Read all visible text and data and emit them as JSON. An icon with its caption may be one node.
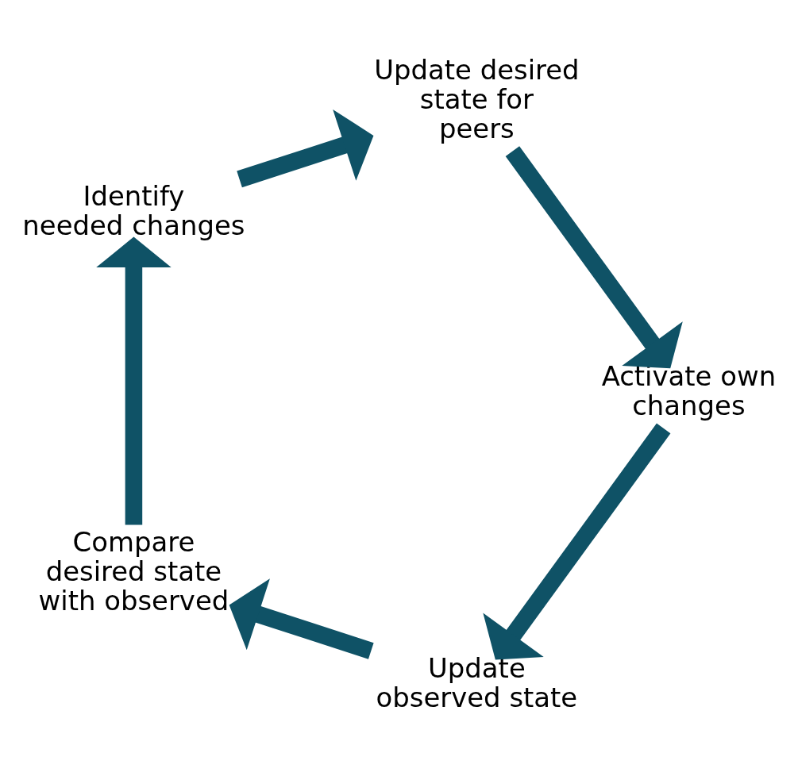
{
  "diagram": {
    "nodes": [
      {
        "text": [
          "Update observed state"
        ]
      },
      {
        "text": [
          "Compare desired state with observed"
        ]
      },
      {
        "text": [
          "Identify needed changes"
        ]
      },
      {
        "text": [
          "Update desired state for peers"
        ]
      },
      {
        "text": [
          "Activate own changes"
        ]
      }
    ],
    "edges": [
      {
        "from": 0,
        "to": 1,
        "arrow": "to"
      },
      {
        "from": 1,
        "to": 2,
        "arrow": "to"
      },
      {
        "from": 2,
        "to": 3,
        "arrow": "to"
      },
      {
        "from": 3,
        "to": 4,
        "arrow": "to"
      },
      {
        "from": 4,
        "to": 0,
        "arrow": "to"
      }
    ]
  }
}
